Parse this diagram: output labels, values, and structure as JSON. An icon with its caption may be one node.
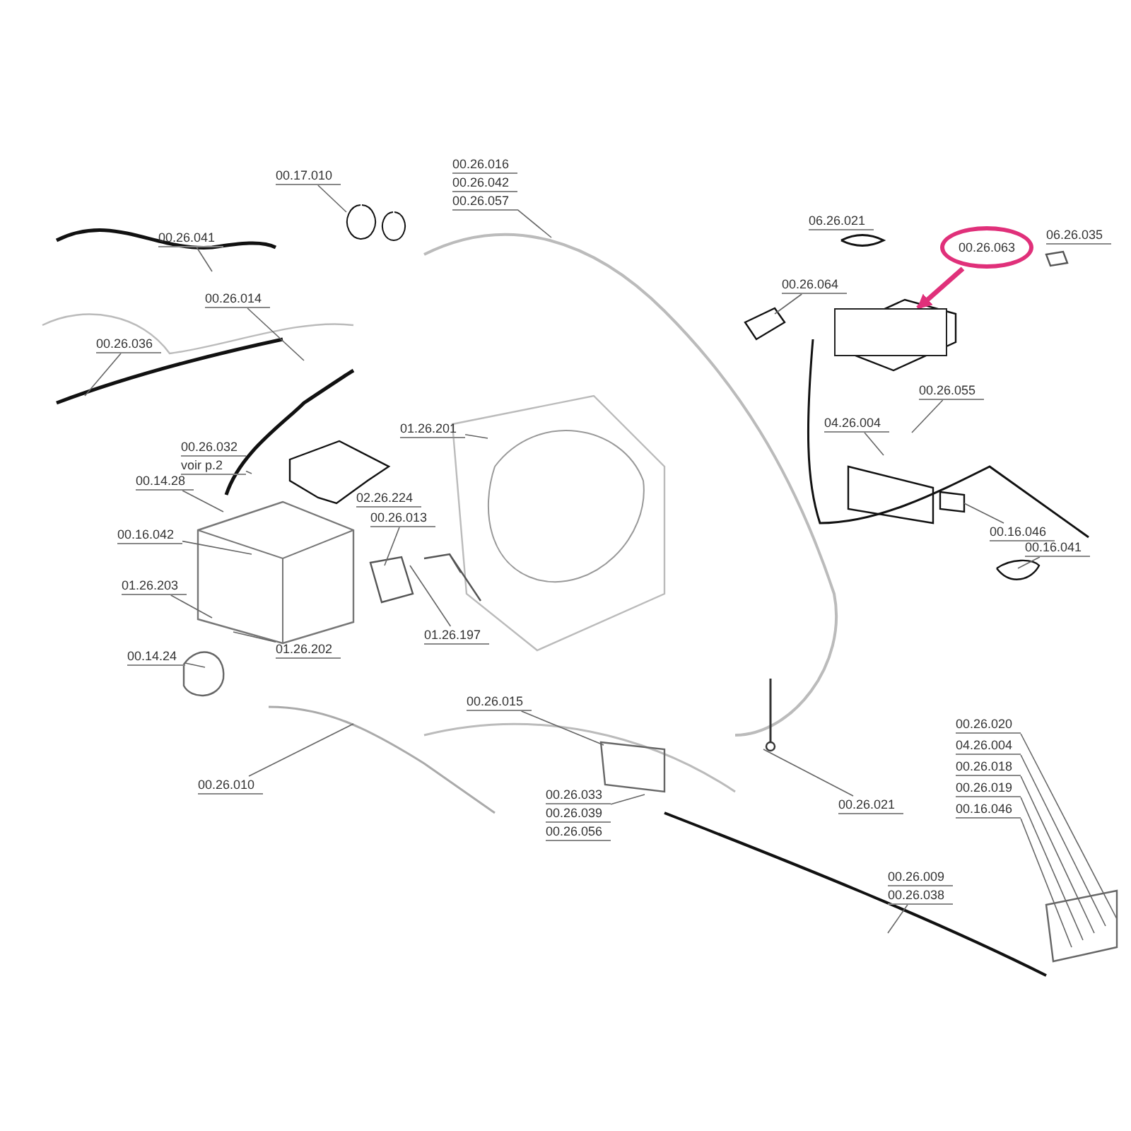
{
  "diagram": {
    "nodes": [
      {
        "text": [
          "00.17.010"
        ]
      },
      {
        "text": [
          "00.26.016",
          "00.26.042",
          "00.26.057"
        ]
      },
      {
        "text": [
          "00.26.041"
        ]
      },
      {
        "text": [
          "00.26.014"
        ]
      },
      {
        "text": [
          "00.26.036"
        ]
      },
      {
        "text": [
          "00.26.032",
          "voir p.2"
        ]
      },
      {
        "text": [
          "00.14.28"
        ]
      },
      {
        "text": [
          "02.26.224"
        ]
      },
      {
        "text": [
          "00.16.042"
        ]
      },
      {
        "text": [
          "00.26.013"
        ]
      },
      {
        "text": [
          "01.26.201"
        ]
      },
      {
        "text": [
          "01.26.203"
        ]
      },
      {
        "text": [
          "01.26.202"
        ]
      },
      {
        "text": [
          "01.26.197"
        ]
      },
      {
        "text": [
          "00.14.24"
        ]
      },
      {
        "text": [
          "00.26.010"
        ]
      },
      {
        "text": [
          "00.26.015"
        ]
      },
      {
        "text": [
          "00.26.033",
          "00.26.039",
          "00.26.056"
        ]
      },
      {
        "text": [
          "00.26.021"
        ]
      },
      {
        "text": [
          "06.26.021"
        ]
      },
      {
        "text": [
          "06.26.035"
        ]
      },
      {
        "text": [
          "00.26.064"
        ]
      },
      {
        "text": [
          "00.26.063"
        ]
      },
      {
        "text": [
          "00.26.055"
        ]
      },
      {
        "text": [
          "04.26.004"
        ]
      },
      {
        "text": [
          "00.16.046"
        ]
      },
      {
        "text": [
          "00.16.041"
        ]
      },
      {
        "text": [
          "00.26.020"
        ]
      },
      {
        "text": [
          "04.26.004"
        ]
      },
      {
        "text": [
          "00.26.018"
        ]
      },
      {
        "text": [
          "00.26.019"
        ]
      },
      {
        "text": [
          "00.16.046"
        ]
      },
      {
        "text": [
          "00.26.009",
          "00.26.038"
        ]
      },
      {
        "text": [],
        "shape": "box"
      }
    ],
    "edges": [
      {
        "from": 0,
        "to": null,
        "arrow": "none"
      },
      {
        "from": 1,
        "to": null,
        "arrow": "none"
      },
      {
        "from": 2,
        "to": null,
        "arrow": "none"
      },
      {
        "from": 3,
        "to": null,
        "arrow": "none"
      },
      {
        "from": 4,
        "to": null,
        "arrow": "none"
      },
      {
        "from": 5,
        "to": null,
        "arrow": "none"
      },
      {
        "from": 6,
        "to": null,
        "arrow": "none"
      },
      {
        "from": 8,
        "to": null,
        "arrow": "none"
      },
      {
        "from": 9,
        "to": null,
        "arrow": "none"
      },
      {
        "from": 10,
        "to": null,
        "arrow": "none"
      },
      {
        "from": 11,
        "to": null,
        "arrow": "none"
      },
      {
        "from": 12,
        "to": null,
        "arrow": "none"
      },
      {
        "from": 13,
        "to": null,
        "arrow": "none"
      },
      {
        "from": 14,
        "to": null,
        "arrow": "none"
      },
      {
        "from": 15,
        "to": null,
        "arrow": "none"
      },
      {
        "from": 16,
        "to": null,
        "arrow": "none"
      },
      {
        "from": 17,
        "to": null,
        "arrow": "none"
      },
      {
        "from": 18,
        "to": null,
        "arrow": "none"
      },
      {
        "from": 21,
        "to": null,
        "arrow": "none"
      },
      {
        "from": 22,
        "to": 33,
        "arrow": "to",
        "style": "thick",
        "color": "#e0307a"
      },
      {
        "from": 23,
        "to": null,
        "arrow": "none"
      },
      {
        "from": 24,
        "to": null,
        "arrow": "none"
      },
      {
        "from": 25,
        "to": null,
        "arrow": "none"
      },
      {
        "from": 26,
        "to": null,
        "arrow": "none"
      },
      {
        "from": 27,
        "to": null,
        "arrow": "none"
      },
      {
        "from": 28,
        "to": null,
        "arrow": "none"
      },
      {
        "from": 29,
        "to": null,
        "arrow": "none"
      },
      {
        "from": 30,
        "to": null,
        "arrow": "none"
      },
      {
        "from": 31,
        "to": null,
        "arrow": "none"
      },
      {
        "from": 32,
        "to": null,
        "arrow": "none"
      }
    ]
  }
}
